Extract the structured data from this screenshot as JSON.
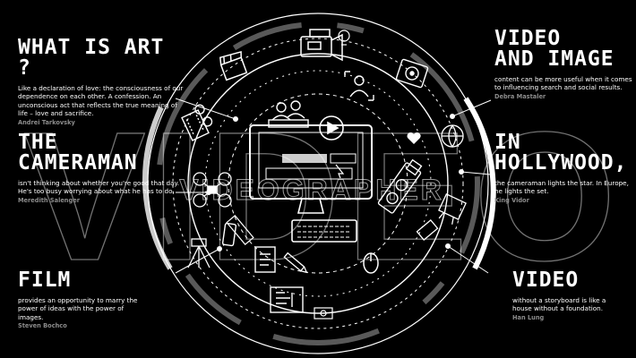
{
  "watermark": "VIDEO",
  "watermark_sub": "VIDEOGRAPHER",
  "colors": {
    "background": "#000000",
    "line": "#ffffff",
    "author": "#8c8c8c"
  },
  "quotes": [
    {
      "title": "WHAT IS ART ?",
      "text": "Like a declaration of love: the consciousness of our dependence on each other. A confession. An unconscious act that reflects the true meaning of life – love and sacrifice.",
      "author": "Andrei Tarkovsky"
    },
    {
      "title": "THE\nCAMERAMAN",
      "text": "isn't thinking about whether you're good that day. He's too busy worrying about what he has to do.",
      "author": "Meredith Salenger"
    },
    {
      "title": "FILM",
      "text": "provides an opportunity to marry the power of ideas with the power of images.",
      "author": "Steven Bochco"
    },
    {
      "title": "VIDEO\nAND IMAGE",
      "text": "content can be more useful when it comes to influencing search and social results.",
      "author": "Debra Mastaler"
    },
    {
      "title": "IN\nHOLLYWOOD,",
      "text": "the cameraman lights the star. In Europe, he lights the set.",
      "author": "King Vidor"
    },
    {
      "title": "VIDEO",
      "text": "without a storyboard is like a house without a foundation.",
      "author": "Han Lung"
    }
  ],
  "icons": [
    "video-camera-icon",
    "clapperboard-icon",
    "camcorder-icon",
    "person-icon",
    "audience-icon",
    "play-button-icon",
    "film-strip-icon",
    "globe-icon",
    "heart-icon",
    "monitor-icon",
    "keyboard-icon",
    "mouse-icon",
    "drone-icon",
    "tripod-icon",
    "smartphone-icon",
    "notebook-icon",
    "pencil-icon",
    "mixer-icon",
    "projector-icon",
    "film-reel-icon",
    "ruler-icon",
    "tape-icon",
    "cinema-camera-icon",
    "screen-icon"
  ]
}
